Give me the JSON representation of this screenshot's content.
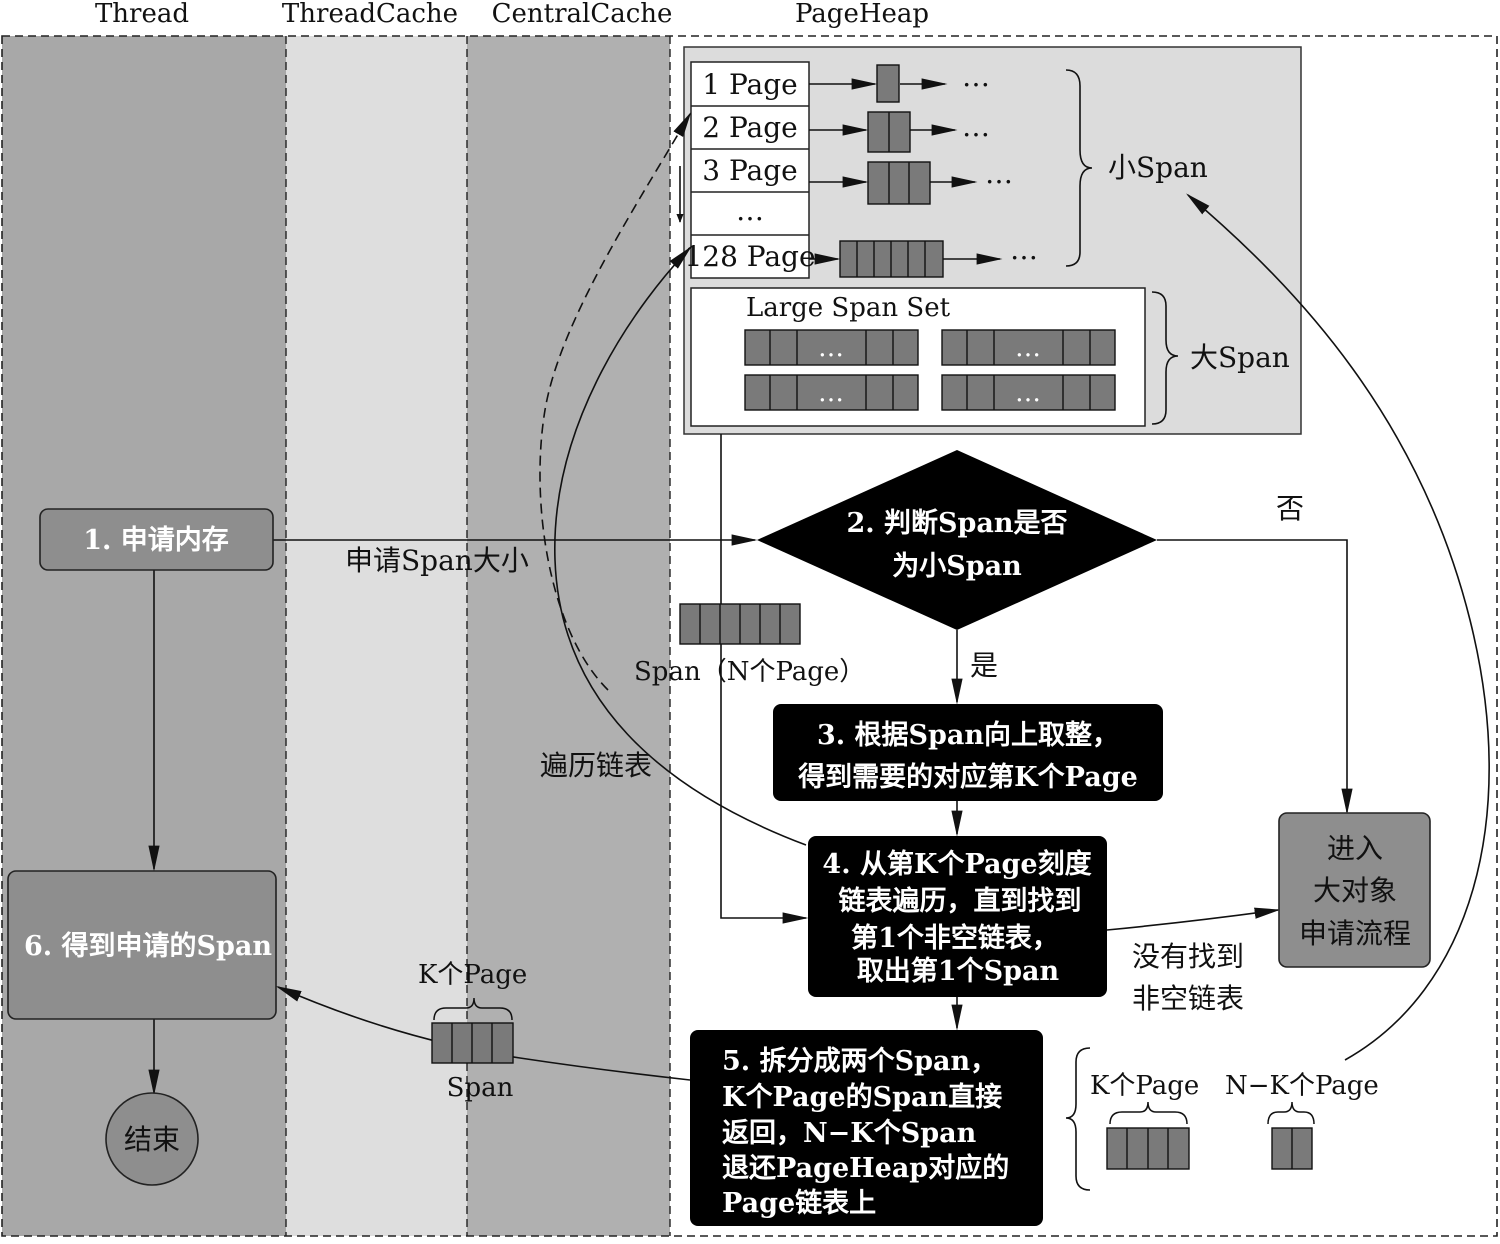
{
  "lanes": {
    "thread": "Thread",
    "thread_cache": "ThreadCache",
    "central_cache": "CentralCache",
    "page_heap": "PageHeap"
  },
  "page_list": {
    "rows": [
      "1 Page",
      "2 Page",
      "3 Page",
      "…",
      "128 Page"
    ],
    "ellipsis": "…"
  },
  "large_span_set": {
    "title": "Large Span Set",
    "ellipsis": "…"
  },
  "braces": {
    "small_span": "小Span",
    "large_span": "大Span"
  },
  "nodes": {
    "step1": "1. 申请内存",
    "step2": [
      "2. 判断Span是否",
      "为小Span"
    ],
    "step3": [
      "3. 根据Span向上取整，",
      "得到需要的对应第K个Page"
    ],
    "step4": [
      "4. 从第K个Page刻度",
      "链表遍历，直到找到",
      "第1个非空链表，",
      "取出第1个Span"
    ],
    "step5": [
      "5. 拆分成两个Span，",
      "K个Page的Span直接",
      "返回，N−K个Span",
      "退还PageHeap对应的",
      "Page链表上"
    ],
    "step6": "6. 得到申请的Span",
    "large_flow": [
      "进入",
      "大对象",
      "申请流程"
    ],
    "end": "结束"
  },
  "edge_labels": {
    "request_size": "申请Span大小",
    "no": "否",
    "yes": "是",
    "traverse": "遍历链表",
    "span_n_pages": "Span（N个Page）",
    "not_found": [
      "没有找到",
      "非空链表"
    ],
    "k_pages": "K个Page",
    "span": "Span",
    "split_k": "K个Page",
    "split_nk": "N−K个Page"
  },
  "colors": {
    "lane_thread": "#a8a8a8",
    "lane_thread_cache": "#dedede",
    "lane_central": "#b0b0b0",
    "heap_panel": "#dcdcdc",
    "block_fill": "#7a7a7a",
    "node_gray": "#8e8e8e",
    "node_black": "#000000"
  }
}
